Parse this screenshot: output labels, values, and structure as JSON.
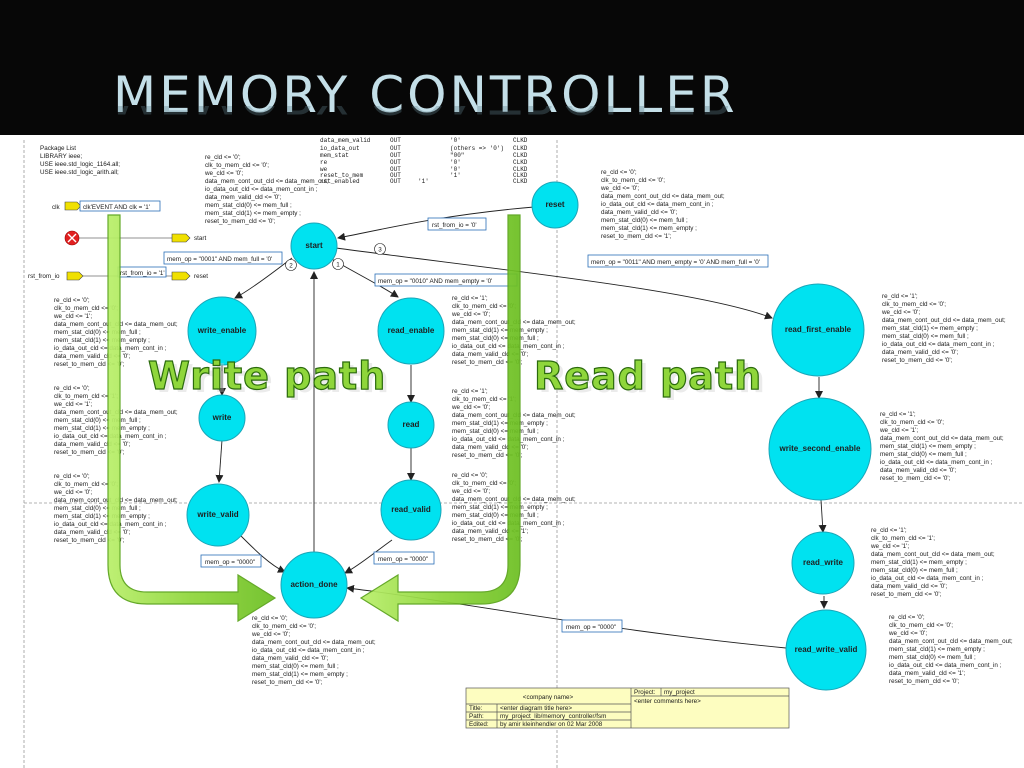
{
  "slide_title": "Memory Controller",
  "path_labels": {
    "write": "Write path",
    "read": "Read path"
  },
  "colors": {
    "node_fill": "#00e2f0",
    "node_stroke": "#1aa6b8",
    "arrow_green": "#8fd63b",
    "cond_box_stroke": "#2a6fb8",
    "title_box_fill": "#fdfdc0"
  },
  "header_code": [
    "Package List",
    "LIBRARY ieee;",
    "USE ieee.std_logic_1164.all;",
    "USE ieee.std_logic_arith.all;"
  ],
  "top_signal_table": [
    [
      "data_mem_valid",
      "OUT",
      "'0'",
      "CLKD"
    ],
    [
      "io_data_out",
      "OUT",
      "(others => '0')",
      "CLKD"
    ],
    [
      "mem_stat",
      "OUT",
      "\"00\"",
      "CLKD"
    ],
    [
      "re",
      "OUT",
      "'0'",
      "CLKD"
    ],
    [
      "we",
      "OUT",
      "'0'",
      "CLKD"
    ],
    [
      "reset_to_mem",
      "OUT",
      "'1'",
      "CLKD"
    ],
    [
      "rst_enabled",
      "OUT",
      "'1'",
      "CLKD"
    ]
  ],
  "ports": {
    "clk": "clk",
    "clk_condition": "clk'EVENT AND clk = '1'",
    "start": "start",
    "rst_from_io": "rst_from_io",
    "rst_condition": "rst_from_io = '1'",
    "reset": "reset"
  },
  "nodes": {
    "start": "start",
    "reset": "reset",
    "write_enable": "write_enable",
    "write": "write",
    "write_valid": "write_valid",
    "read_enable": "read_enable",
    "read": "read",
    "read_valid": "read_valid",
    "action_done": "action_done",
    "read_first_enable": "read_first_enable",
    "write_second_enable": "write_second_enable",
    "read_write": "read_write",
    "read_write_valid": "read_write_valid"
  },
  "conditions": {
    "rst_from_io": "rst_from_io = '0'",
    "write": "mem_op = \"0001\" AND mem_full = '0'",
    "read": "mem_op = \"0010\" AND mem_empty = '0'",
    "read_write": "mem_op = \"0011\" AND mem_empty = '0' AND mem_full = '0'",
    "done_left": "mem_op = \"0000\"",
    "done_mid": "mem_op = \"0000\"",
    "done_right": "mem_op = \"0000\""
  },
  "priorities": [
    "1",
    "2",
    "3"
  ],
  "actions": {
    "reset_top": [
      "re_cld <= '0';",
      "clk_to_mem_cld <= '0';",
      "we_cld <= '0';",
      "data_mem_cont_out_cld <= data_mem_out;",
      "io_data_out_cld <= data_mem_cont_in ;",
      "data_mem_valid_cld <= '0';",
      "mem_stat_cld(0) <= mem_full ;",
      "mem_stat_cld(1) <= mem_empty ;",
      "reset_to_mem_cld <= '0';"
    ],
    "reset_right": [
      "re_cld <= '0';",
      "clk_to_mem_cld <= '0';",
      "we_cld <= '0';",
      "data_mem_cont_out_cld <= data_mem_out;",
      "io_data_out_cld <= data_mem_cont_in ;",
      "data_mem_valid_cld <= '0';",
      "mem_stat_cld(0) <= mem_full ;",
      "mem_stat_cld(1) <= mem_empty ;",
      "reset_to_mem_cld <= '1';"
    ],
    "write_enable": [
      "re_cld <= '0';",
      "clk_to_mem_cld <= '0';",
      "we_cld <= '1';",
      "data_mem_cont_out_cld <= data_mem_out;",
      "mem_stat_cld(0) <= mem_full ;",
      "mem_stat_cld(1) <= mem_empty ;",
      "io_data_out_cld <= data_mem_cont_in ;",
      "data_mem_valid_cld <= '0';",
      "reset_to_mem_cld <= '0';"
    ],
    "write": [
      "re_cld <= '0';",
      "clk_to_mem_cld <= '1';",
      "we_cld <= '1';",
      "data_mem_cont_out_cld <= data_mem_out;",
      "mem_stat_cld(0) <= mem_full ;",
      "mem_stat_cld(1) <= mem_empty ;",
      "io_data_out_cld <= data_mem_cont_in ;",
      "data_mem_valid_cld <= '0';",
      "reset_to_mem_cld <= '0';"
    ],
    "write_valid": [
      "re_cld <= '0';",
      "clk_to_mem_cld <= '0';",
      "we_cld <= '0';",
      "data_mem_cont_out_cld <= data_mem_out;",
      "mem_stat_cld(0) <= mem_full ;",
      "mem_stat_cld(1) <= mem_empty ;",
      "io_data_out_cld <= data_mem_cont_in ;",
      "data_mem_valid_cld <= '0';",
      "reset_to_mem_cld <= '0';"
    ],
    "read_enable": [
      "re_cld <= '1';",
      "clk_to_mem_cld <= '0';",
      "we_cld <= '0';",
      "data_mem_cont_out_cld <= data_mem_out;",
      "mem_stat_cld(1) <= mem_empty ;",
      "mem_stat_cld(0) <= mem_full ;",
      "io_data_out_cld <= data_mem_cont_in ;",
      "data_mem_valid_cld <= '0';",
      "reset_to_mem_cld <= '0';"
    ],
    "read": [
      "re_cld <= '1';",
      "clk_to_mem_cld <= '1';",
      "we_cld <= '0';",
      "data_mem_cont_out_cld <= data_mem_out;",
      "mem_stat_cld(1) <= mem_empty ;",
      "mem_stat_cld(0) <= mem_full ;",
      "io_data_out_cld <= data_mem_cont_in ;",
      "data_mem_valid_cld <= '0';",
      "reset_to_mem_cld <= '0';"
    ],
    "read_valid": [
      "re_cld <= '0';",
      "clk_to_mem_cld <= '0';",
      "we_cld <= '0';",
      "data_mem_cont_out_cld <= data_mem_out;",
      "mem_stat_cld(1) <= mem_empty ;",
      "mem_stat_cld(0) <= mem_full ;",
      "io_data_out_cld <= data_mem_cont_in ;",
      "data_mem_valid_cld <= '1';",
      "reset_to_mem_cld <= '0';"
    ],
    "action_done": [
      "re_cld <= '0';",
      "clk_to_mem_cld <= '0';",
      "we_cld <= '0';",
      "data_mem_cont_out_cld <= data_mem_out;",
      "io_data_out_cld <= data_mem_cont_in ;",
      "data_mem_valid_cld <= '0';",
      "mem_stat_cld(0) <= mem_full ;",
      "mem_stat_cld(1) <= mem_empty ;",
      "reset_to_mem_cld <= '0';"
    ],
    "read_first_enable": [
      "re_cld <= '1';",
      "clk_to_mem_cld <= '0';",
      "we_cld <= '0';",
      "data_mem_cont_out_cld <= data_mem_out;",
      "mem_stat_cld(1) <= mem_empty ;",
      "mem_stat_cld(0) <= mem_full ;",
      "io_data_out_cld <= data_mem_cont_in ;",
      "data_mem_valid_cld <= '0';",
      "reset_to_mem_cld <= '0';"
    ],
    "write_second_enable": [
      "re_cld <= '1';",
      "clk_to_mem_cld <= '0';",
      "we_cld <= '1';",
      "data_mem_cont_out_cld <= data_mem_out;",
      "mem_stat_cld(1) <= mem_empty ;",
      "mem_stat_cld(0) <= mem_full ;",
      "io_data_out_cld <= data_mem_cont_in ;",
      "data_mem_valid_cld <= '0';",
      "reset_to_mem_cld <= '0';"
    ],
    "read_write": [
      "re_cld <= '1';",
      "clk_to_mem_cld <= '1';",
      "we_cld <= '1';",
      "data_mem_cont_out_cld <= data_mem_out;",
      "mem_stat_cld(1) <= mem_empty ;",
      "mem_stat_cld(0) <= mem_full ;",
      "io_data_out_cld <= data_mem_cont_in ;",
      "data_mem_valid_cld <= '0';",
      "reset_to_mem_cld <= '0';"
    ],
    "read_write_valid": [
      "re_cld <= '0';",
      "clk_to_mem_cld <= '0';",
      "we_cld <= '0';",
      "data_mem_cont_out_cld <= data_mem_out;",
      "mem_stat_cld(1) <= mem_empty ;",
      "mem_stat_cld(0) <= mem_full ;",
      "io_data_out_cld <= data_mem_cont_in ;",
      "data_mem_valid_cld <= '1';",
      "reset_to_mem_cld <= '0';"
    ]
  },
  "title_block": {
    "company": "<company name>",
    "project_label": "Project:",
    "project_value": "my_project",
    "comments": "<enter comments here>",
    "title_label": "Title:",
    "title_value": "<enter diagram title here>",
    "path_label": "Path:",
    "path_value": "my_project_lib/memory_controller/fsm",
    "edited_label": "Edited:",
    "edited_value": "by amir kleinhendler on 02 Mar 2008"
  }
}
